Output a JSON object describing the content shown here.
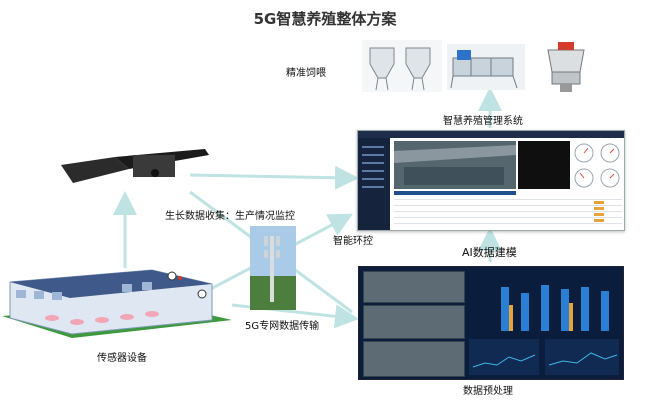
{
  "title": "5G智慧养殖整体方案",
  "labels": {
    "feeding": "精准饲喂",
    "mgmt_system": "智慧养殖管理系统",
    "growth": "生长数据收集：生产情况监控",
    "env": "智能环控",
    "ai": "AI数据建模",
    "net5g": "5G专网数据传输",
    "sensor": "传感器设备",
    "preprocess": "数据预处理"
  },
  "colors": {
    "arrow": "#bfe3e3",
    "panel_dark": "#0a1d3c",
    "sidebar": "#15233d",
    "grass": "#3c9a3c",
    "barn_roof": "#3f5a8a",
    "bar_blue": "#2a7fd4"
  }
}
